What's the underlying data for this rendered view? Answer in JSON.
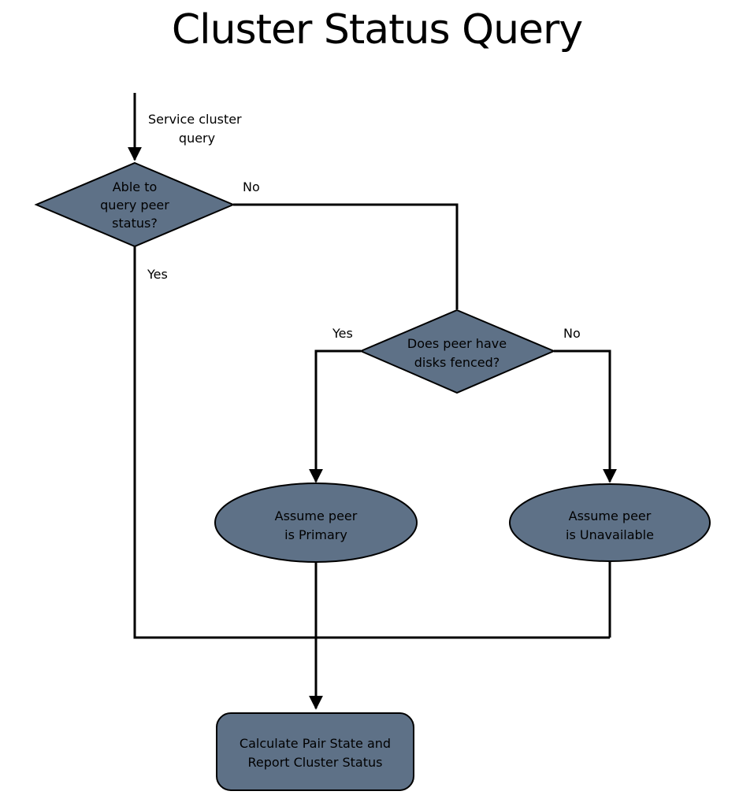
{
  "title": "Cluster Status Query",
  "nodes": {
    "decision_peer_status": {
      "line1": "Able to",
      "line2": "query peer",
      "line3": "status?"
    },
    "decision_disks_fenced": {
      "line1": "Does peer have",
      "line2": "disks fenced?"
    },
    "assume_primary": {
      "line1": "Assume peer",
      "line2": "is Primary"
    },
    "assume_unavailable": {
      "line1": "Assume peer",
      "line2": "is Unavailable"
    },
    "calculate_report": {
      "line1": "Calculate Pair State and",
      "line2": "Report Cluster Status"
    }
  },
  "labels": {
    "entry_line1": "Service cluster",
    "entry_line2": "query",
    "peer_status_no": "No",
    "peer_status_yes": "Yes",
    "fenced_yes": "Yes",
    "fenced_no": "No"
  },
  "colors": {
    "node_fill": "#5e7187",
    "stroke": "#000000",
    "background": "#ffffff"
  }
}
